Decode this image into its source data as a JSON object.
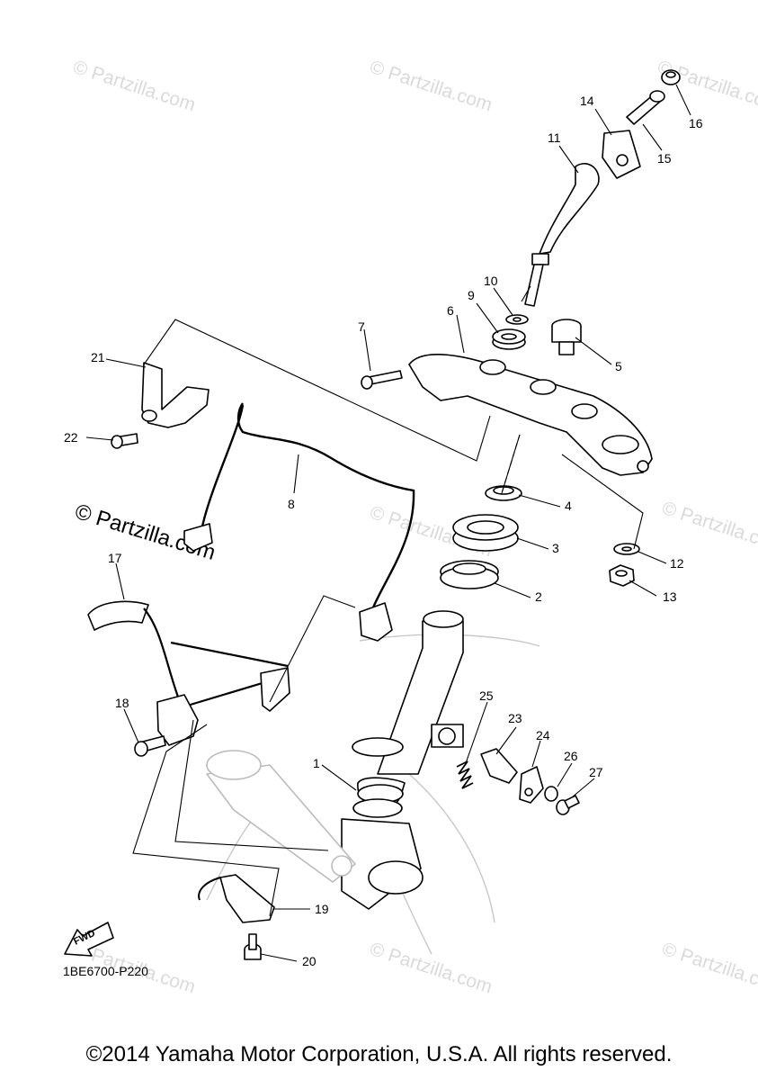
{
  "watermarks": {
    "repeat_text": "© Partzilla.com",
    "prominent_text": "© Partzilla.com"
  },
  "callouts": [
    "1",
    "2",
    "3",
    "4",
    "5",
    "6",
    "7",
    "8",
    "9",
    "10",
    "11",
    "12",
    "13",
    "14",
    "15",
    "16",
    "17",
    "18",
    "19",
    "20",
    "21",
    "22",
    "23",
    "24",
    "25",
    "26",
    "27"
  ],
  "fwd_label": "FWD",
  "diagram_code": "1BE6700-P220",
  "copyright": "©2014 Yamaha Motor Corporation, U.S.A. All rights reserved."
}
